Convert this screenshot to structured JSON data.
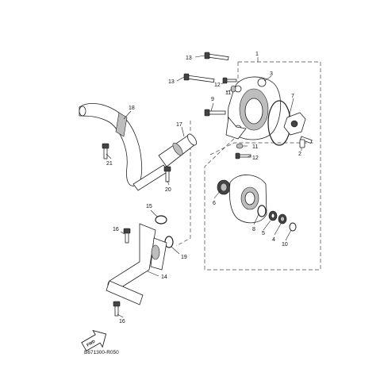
{
  "diagram": {
    "callouts": {
      "p1": "1",
      "p2": "2",
      "p3": "3",
      "p4": "4",
      "p5": "5",
      "p6": "6",
      "p7": "7",
      "p8": "8",
      "p9": "9",
      "p10": "10",
      "p11a": "11",
      "p11b": "11",
      "p12a": "12",
      "p12b": "12",
      "p13a": "13",
      "p13b": "13",
      "p14": "14",
      "p15": "15",
      "p16a": "16",
      "p16b": "16",
      "p17": "17",
      "p18": "18",
      "p19": "19",
      "p20": "20",
      "p21": "21"
    },
    "direction_tag": "FWD",
    "drawing_code": "B671300-R050"
  }
}
